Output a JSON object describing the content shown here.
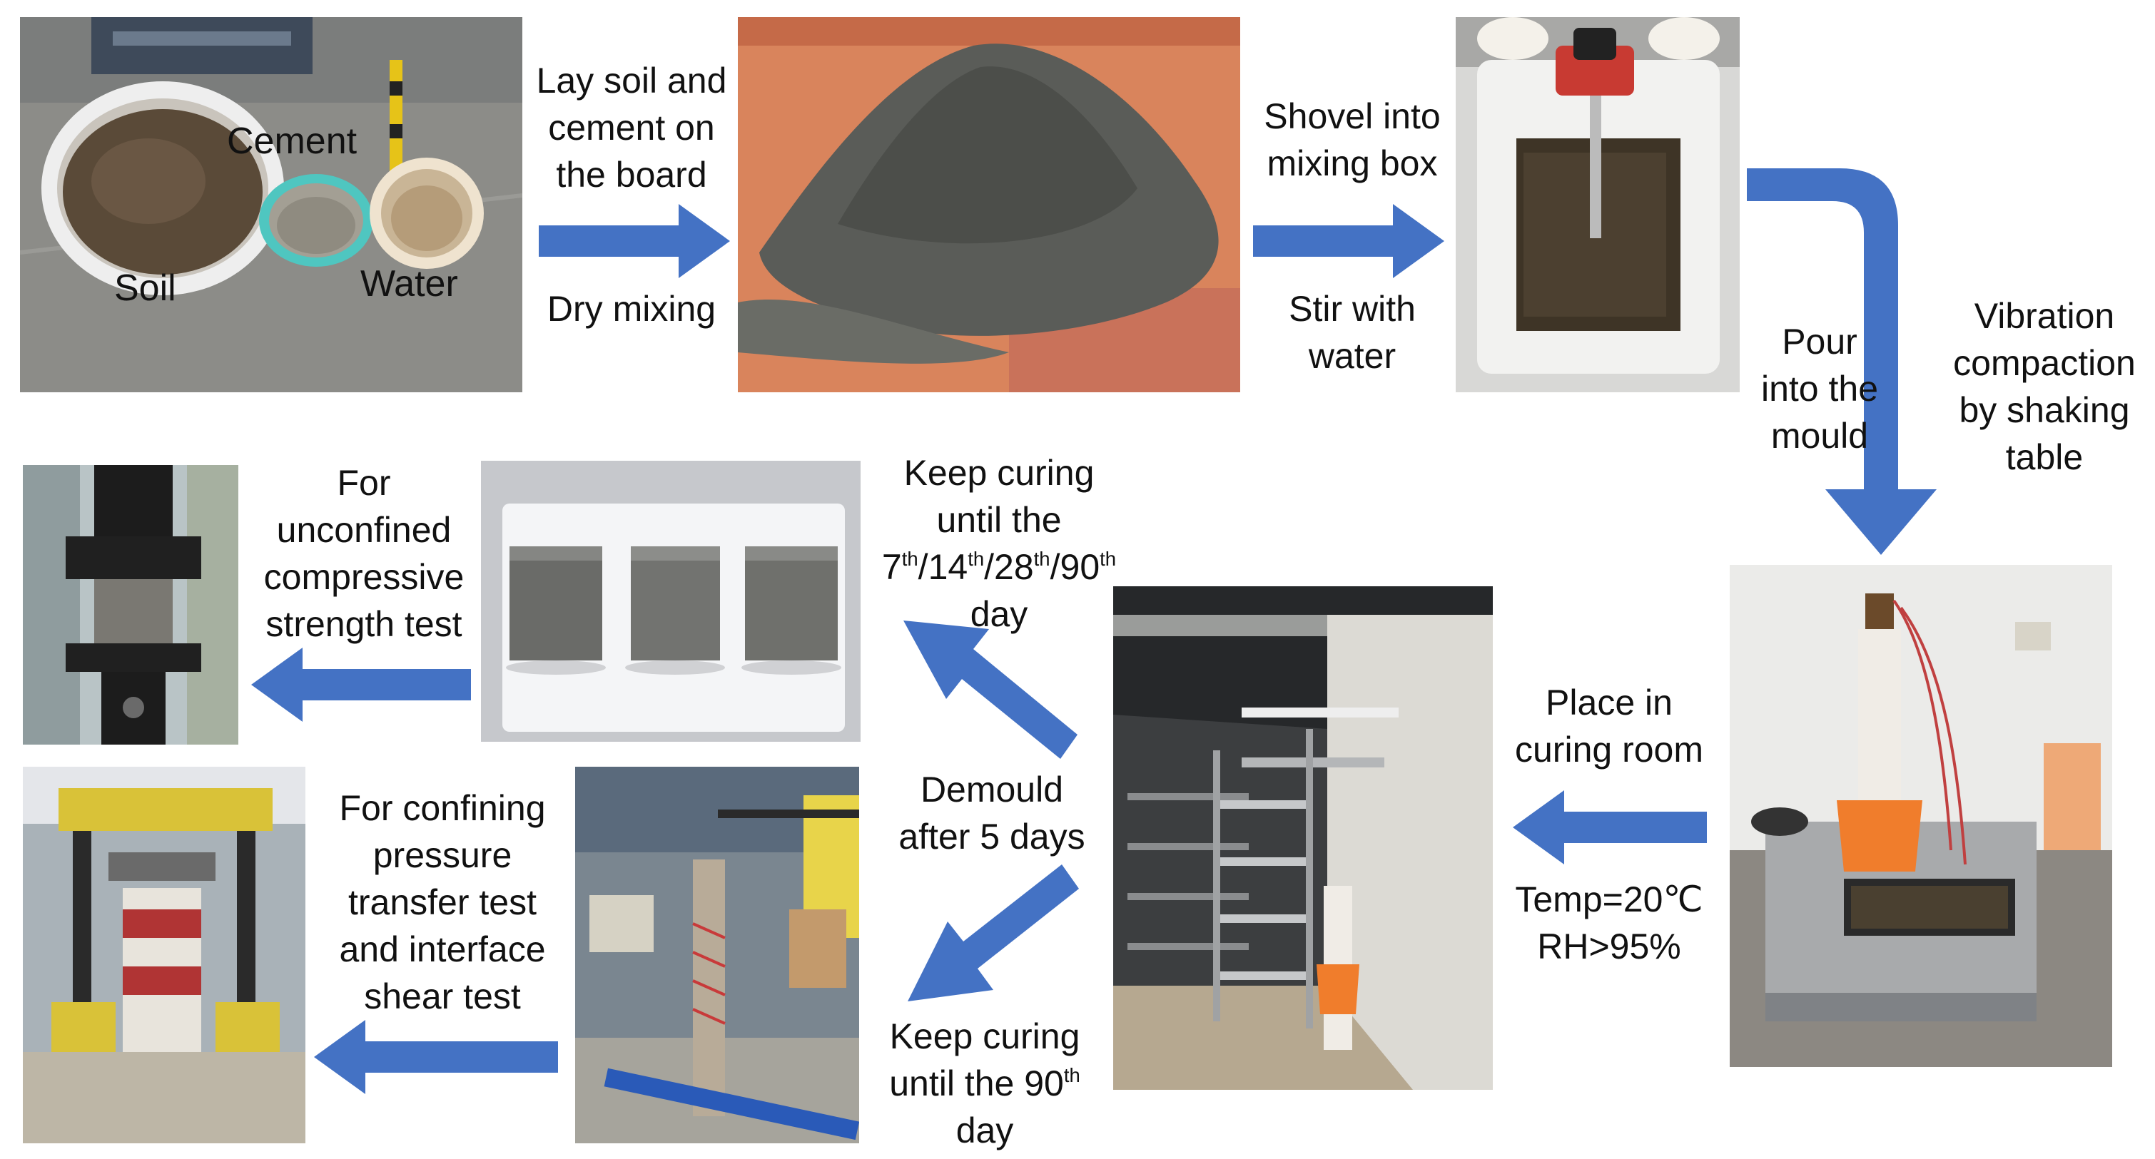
{
  "colors": {
    "arrow": "#4472c4",
    "soil": "#5a4a38",
    "cement_gray": "#5a5c58",
    "board_orange": "#d9845c",
    "bucket_teal": "#4fc6c0",
    "bucket_orange": "#f07d2c"
  },
  "photo_labels": {
    "soil": "Soil",
    "cement": "Cement",
    "water": "Water"
  },
  "steps": {
    "lay_soil": "Lay soil and\ncement on\nthe board",
    "dry_mixing": "Dry mixing",
    "shovel": "Shovel into\nmixing box",
    "stir": "Stir with\nwater",
    "pour": "Pour\ninto the\nmould",
    "vibration": "Vibration\ncompaction\nby shaking\ntable",
    "place": "Place in\ncuring room",
    "temp": "Temp=20℃\nRH>95%",
    "demould": "Demould\nafter 5 days",
    "keep_a": {
      "line1": "Keep curing",
      "line2": "until the",
      "d7": "7",
      "s7": "th",
      "d14": "14",
      "s14": "th",
      "d28": "28",
      "s28": "th",
      "d90": "90",
      "s90": "th",
      "sep": "/",
      "line4": "day"
    },
    "keep_b": {
      "line1": "Keep curing",
      "line2a": "until the 90",
      "line2sup": "th",
      "line3": "day"
    },
    "ucs": "For\nunconfined\ncompressive\nstrength test",
    "confining": "For confining\npressure\ntransfer test\nand interface\nshear test"
  },
  "icons": [
    "arrow-right",
    "arrow-down",
    "arrow-left",
    "arrow-diagonal"
  ]
}
